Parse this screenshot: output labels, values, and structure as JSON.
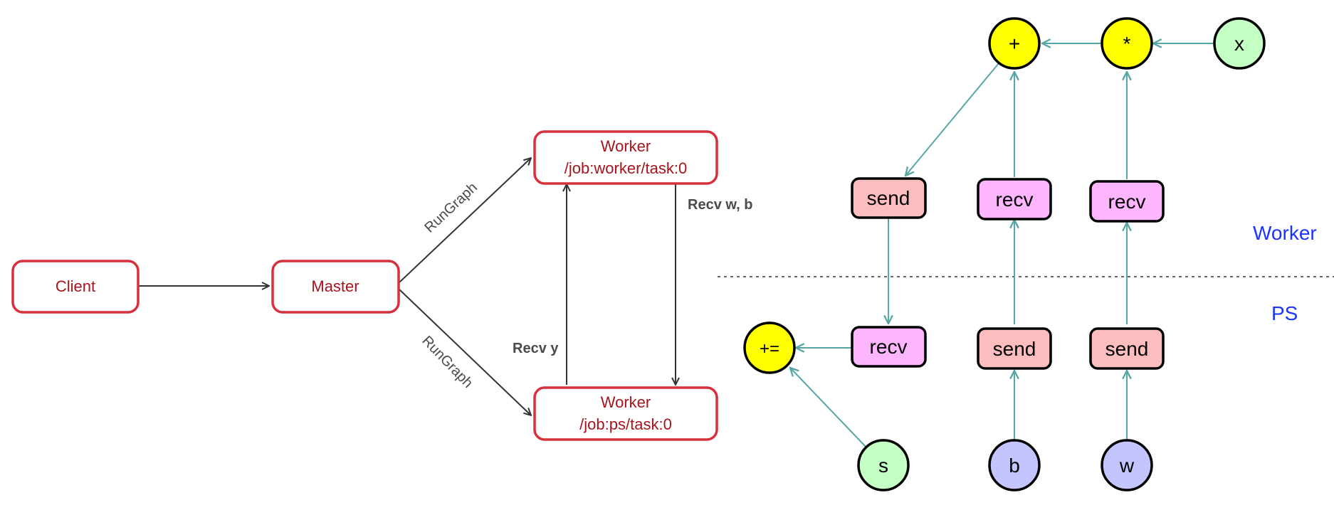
{
  "colors": {
    "box_border": "#d8303a",
    "box_text": "#a8141c",
    "edge_dark": "#333333",
    "edge_teal": "#58a6a6",
    "send_fill": "#fbbdbd",
    "recv_fill": "#fdb6fd",
    "op_fill": "#ffff00",
    "var_fill_green": "#c4ffc4",
    "var_fill_blue": "#c4c4ff",
    "region_label": "#1a33ff"
  },
  "left_diagram": {
    "client": "Client",
    "master": "Master",
    "worker_top": {
      "line1": "Worker",
      "line2": "/job:worker/task:0"
    },
    "worker_bottom": {
      "line1": "Worker",
      "line2": "/job:ps/task:0"
    },
    "edge_rungraph_top": "RunGraph",
    "edge_rungraph_bottom": "RunGraph",
    "edge_recv_wb": "Recv w, b",
    "edge_recv_y": "Recv y"
  },
  "right_diagram": {
    "regions": {
      "worker": "Worker",
      "ps": "PS"
    },
    "ops": {
      "plus": "+",
      "times": "*",
      "assign_add": "+="
    },
    "vars": {
      "x": "x",
      "s": "s",
      "b": "b",
      "w": "w"
    },
    "worker_row": [
      "send",
      "recv",
      "recv"
    ],
    "ps_row": [
      "recv",
      "send",
      "send"
    ]
  }
}
